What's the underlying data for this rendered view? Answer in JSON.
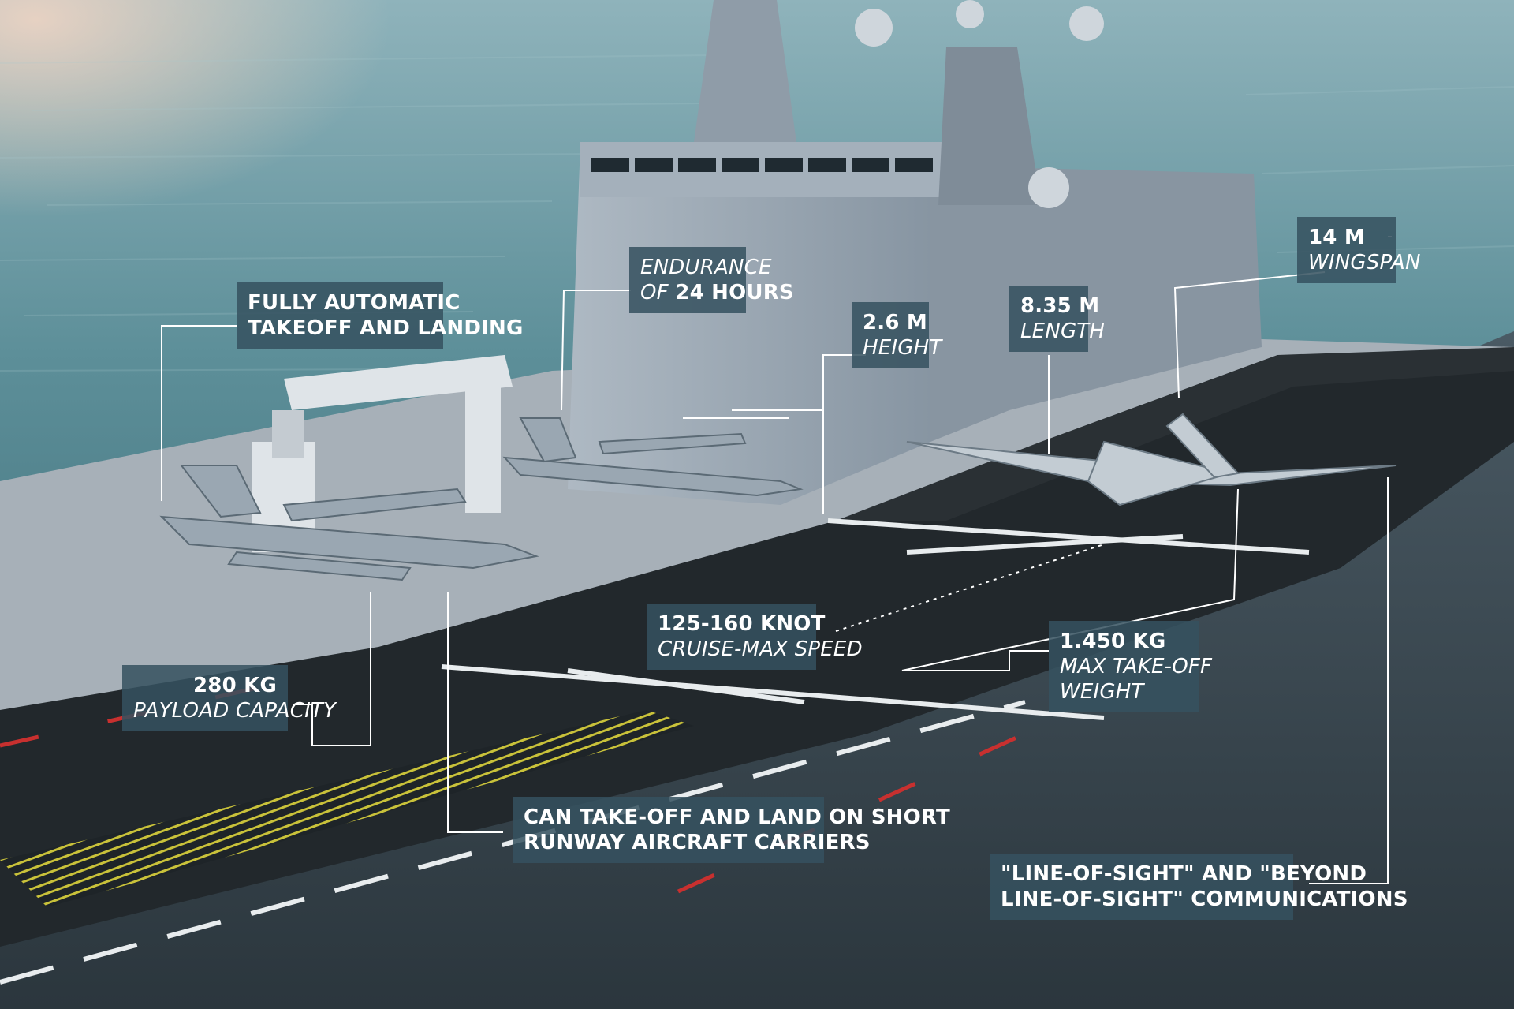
{
  "colors": {
    "sea": "#4a7e8a",
    "deck": "#1e2428",
    "hull": "#3d4e58",
    "superstructure": "#9aa8b4",
    "callout_bg": "#365260",
    "leader_line": "#ffffff"
  },
  "callouts": {
    "takeoff": {
      "line1": "FULLY AUTOMATIC",
      "line2": "TAKEOFF AND LANDING"
    },
    "endurance": {
      "line1": "ENDURANCE",
      "line2_prefix": "OF",
      "line2_bold": "24 HOURS"
    },
    "height": {
      "value": "2.6 M",
      "label": "HEIGHT"
    },
    "length": {
      "value": "8.35 M",
      "label": "LENGTH"
    },
    "wingspan": {
      "value": "14 M",
      "label": "WINGSPAN"
    },
    "payload": {
      "value": "280 KG",
      "label": "PAYLOAD CAPACITY"
    },
    "speed": {
      "value": "125-160 KNOT",
      "label": "CRUISE-MAX SPEED"
    },
    "weight": {
      "value": "1.450 KG",
      "line2": "MAX TAKE-OFF",
      "line3": "WEIGHT"
    },
    "short_runway": {
      "line1": "CAN TAKE-OFF AND LAND ON SHORT",
      "line2": "RUNWAY AIRCRAFT CARRIERS"
    },
    "comms": {
      "line1": "\"LINE-OF-SIGHT\" AND \"BEYOND",
      "line2": "LINE-OF-SIGHT\" COMMUNICATIONS"
    }
  }
}
